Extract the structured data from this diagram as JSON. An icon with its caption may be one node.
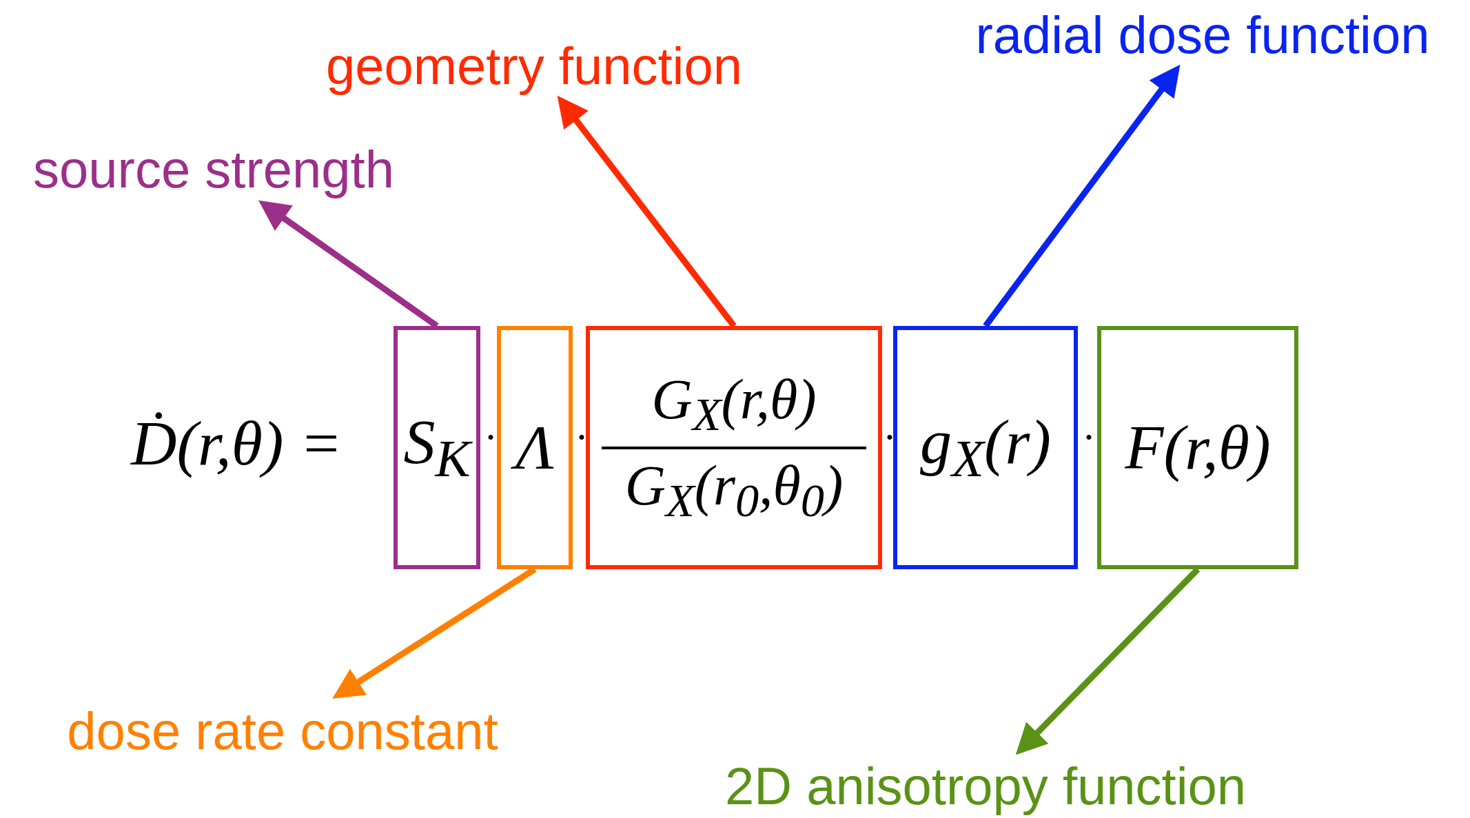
{
  "diagram": {
    "nodes": [
      {
        "text": [
          "radial dose function"
        ]
      },
      {
        "text": [
          "geometry function"
        ]
      },
      {
        "text": [
          "source strength"
        ]
      },
      {
        "text": [
          "S$_{K}$"
        ]
      },
      {
        "text": [
          "Λ"
        ]
      },
      {
        "text": [
          "G$_{X}$(r,θ)",
          "G$_{X}$(r$_{0}$,θ$_{0}$)"
        ]
      },
      {
        "text": [
          "g$_{X}$(r)"
        ]
      },
      {
        "text": [
          "F(r,θ)"
        ]
      },
      {
        "text": [
          "dose rate constant"
        ]
      },
      {
        "text": [
          "2D anisotropy function"
        ]
      }
    ],
    "edges": [
      {
        "from": 3,
        "to": 2,
        "arrow": "to",
        "color": "#9b2f8a"
      },
      {
        "from": 5,
        "to": 1,
        "arrow": "to",
        "color": "#ff2a00"
      },
      {
        "from": 6,
        "to": 0,
        "arrow": "to",
        "color": "#0a24f0"
      },
      {
        "from": 4,
        "to": 8,
        "arrow": "to",
        "color": "#ff8000"
      },
      {
        "from": 7,
        "to": 9,
        "arrow": "to",
        "color": "#5a9216"
      }
    ],
    "labels": [
      "Ḋ(r,θ) =",
      "·",
      "·",
      "·",
      "·"
    ]
  }
}
